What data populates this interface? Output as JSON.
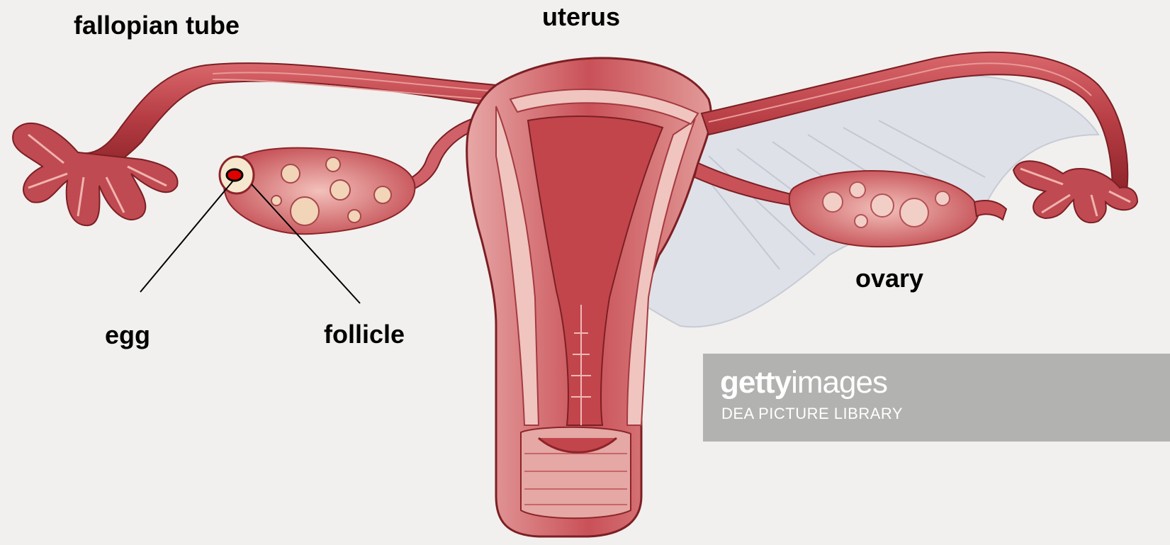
{
  "labels": {
    "fallopian_tube": "fallopian tube",
    "uterus": "uterus",
    "ovary": "ovary",
    "egg": "egg",
    "follicle": "follicle"
  },
  "watermark": {
    "brand_bold": "getty",
    "brand_regular": "images",
    "credit": "DEA PICTURE LIBRARY"
  },
  "colors": {
    "tissue_dark": "#9b2d33",
    "tissue_mid": "#c9545a",
    "tissue_light": "#e8a9a6",
    "ligament": "#d9dde6",
    "egg_marker": "#e00000",
    "background": "#f1f0ee"
  }
}
